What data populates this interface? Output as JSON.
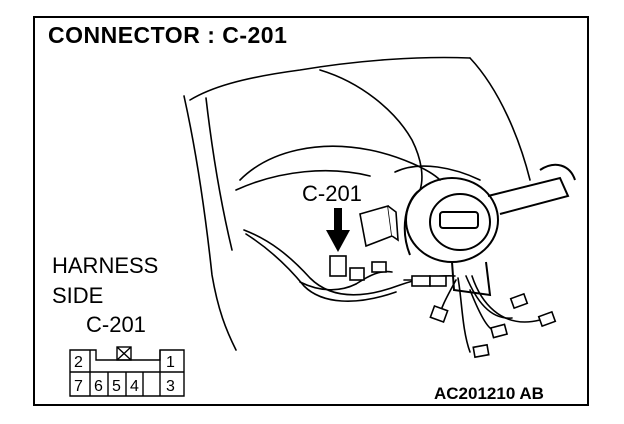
{
  "title": "CONNECTOR : C-201",
  "callout_label": "C-201",
  "harness": {
    "line1": "HARNESS",
    "line2": "SIDE",
    "line3": "C-201"
  },
  "connector_pins": {
    "top": [
      "2",
      "",
      "",
      "",
      "1"
    ],
    "bottom": [
      "7",
      "6",
      "5",
      "4",
      "3"
    ]
  },
  "figure_code": "AC201210 AB"
}
